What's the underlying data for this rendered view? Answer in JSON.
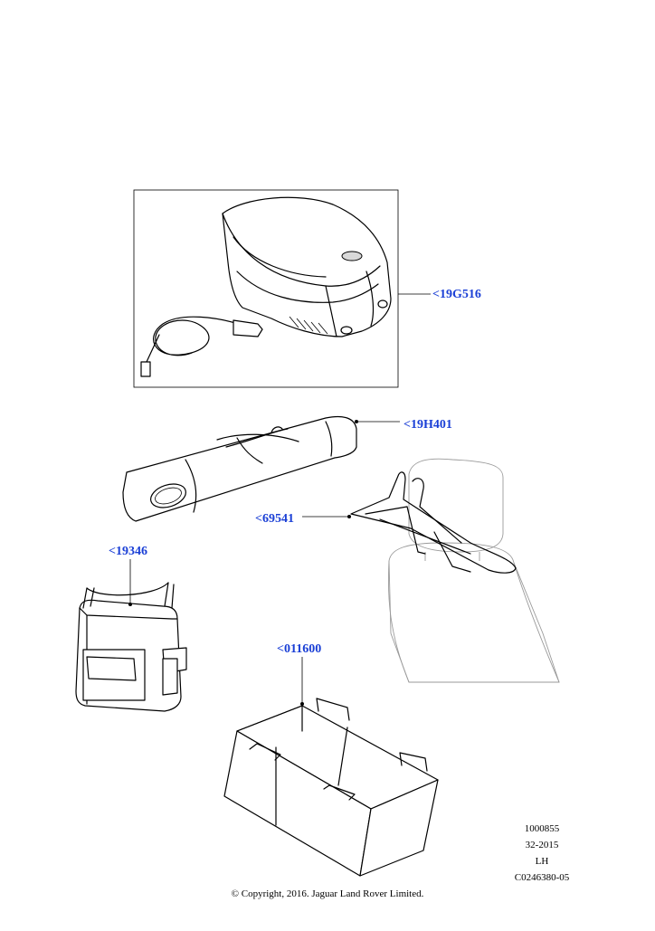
{
  "callouts": {
    "c1": "<19G516",
    "c2": "<19H401",
    "c3": "<69541",
    "c4": "<19346",
    "c5": "<011600"
  },
  "reference": {
    "line1": "1000855",
    "line2": "32-2015",
    "line3": "LH",
    "line4": "C0246380-05"
  },
  "copyright": "© Copyright, 2016. Jaguar Land Rover Limited.",
  "colors": {
    "callout": "#1a3fd6",
    "line": "#000000",
    "ghost": "#9a9a9a"
  }
}
